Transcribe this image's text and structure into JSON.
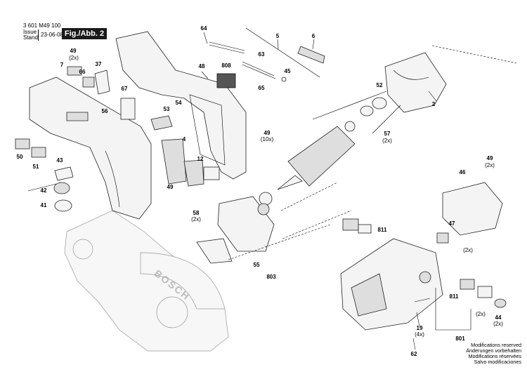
{
  "header": {
    "doc_number": "3 601 M49 100",
    "issue_label": "Issue",
    "stand_label": "Stand",
    "date": "23-06-08",
    "figure_label": "Fig./Abb. 2"
  },
  "modifications": [
    "Modifications reserved",
    "Änderungen vorbehalten",
    "Modifications réservées",
    "Salvo modificaciones"
  ],
  "brand_watermark": "BOSCH",
  "callouts": {
    "p64": "64",
    "p5": "5",
    "p6": "6",
    "p808": "808",
    "p63": "63",
    "p45": "45",
    "p65": "65",
    "p48": "48",
    "p49a": "49",
    "p7": "7",
    "p66": "66",
    "p37": "37",
    "p67": "67",
    "p53": "53",
    "p54": "54",
    "p56": "56",
    "p4": "4",
    "p12": "12",
    "p49b": "49",
    "p49c": "49",
    "p50": "50",
    "p51": "51",
    "p43": "43",
    "p42": "42",
    "p41": "41",
    "p52": "52",
    "p2": "2",
    "p57": "57",
    "p58": "58",
    "p55": "55",
    "p803": "803",
    "p811a": "811",
    "p47": "47",
    "p46": "46",
    "p49d": "49",
    "p811b": "811",
    "p44": "44",
    "p19": "19",
    "p62": "62",
    "p801": "801"
  },
  "quantities": {
    "q49a": "(2x)",
    "q49b": "(10x)",
    "q57": "(2x)",
    "q58": "(2x)",
    "q49d": "(2x)",
    "q47": "(2x)",
    "q44a": "(2x)",
    "q44b": "(2x)",
    "q19": "(4x)"
  }
}
